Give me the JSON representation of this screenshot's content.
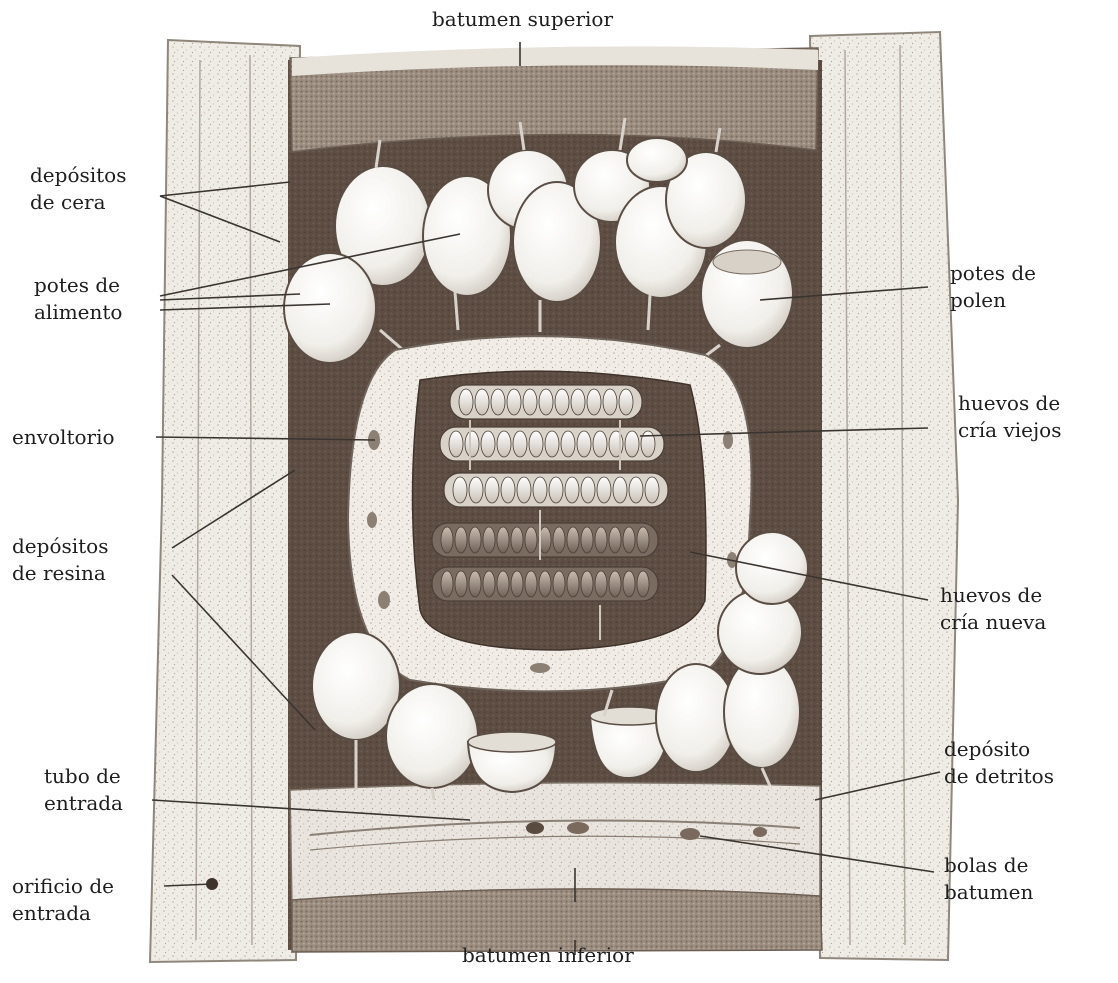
{
  "labels": {
    "batumen_superior": "batumen superior",
    "depositos_cera": [
      "depósitos",
      "de cera"
    ],
    "potes_alimento": [
      "potes de",
      "alimento"
    ],
    "envoltorio": "envoltorio",
    "depositos_resina": [
      "depósitos",
      "de resina"
    ],
    "tubo_entrada": [
      "tubo de",
      "entrada"
    ],
    "orificio_entrada": [
      "orificio de",
      "entrada"
    ],
    "batumen_inferior": "batumen inferior",
    "potes_polen": [
      "potes de",
      "polen"
    ],
    "huevos_viejos": [
      "huevos de",
      "cría viejos"
    ],
    "huevos_nueva": [
      "huevos de",
      "cría nueva"
    ],
    "deposito_detritos": [
      "depósito",
      "de detritos"
    ],
    "bolas_batumen": [
      "bolas de",
      "batumen"
    ]
  },
  "colors": {
    "ink": "#1e1e1e",
    "cavity": "#5a4a40",
    "bark": "#e9e5df",
    "pot": "#f7f6f2",
    "batumen": "#8a7b6e"
  }
}
